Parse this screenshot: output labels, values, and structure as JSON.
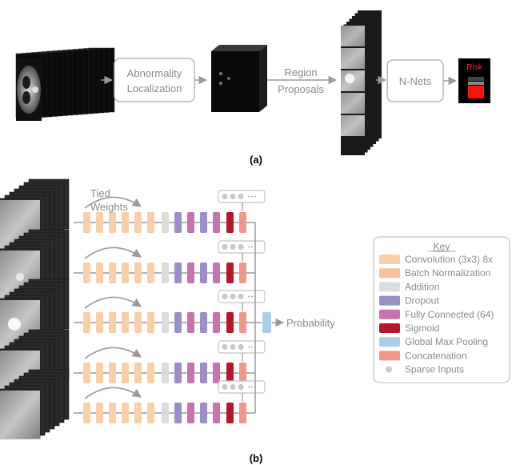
{
  "panel_a": {
    "caption": "(a)",
    "box_abnormality": [
      "Abnormality",
      "Localization"
    ],
    "edge_region": [
      "Region",
      "Proposals"
    ],
    "box_nnets": "N-Nets",
    "risk_label": "Risk",
    "colors": {
      "box_stroke": "#b9b9b9",
      "arrow": "#9a9a9a",
      "risk_red": "#ff1a1a",
      "risk_bg": "#000000"
    }
  },
  "panel_b": {
    "caption": "(b)",
    "tied_weights": [
      "Tied",
      "Weights"
    ],
    "output_label": "Probability",
    "sparse_dots": "●●● ···",
    "row_sequence": [
      "conv",
      "conv",
      "conv",
      "conv",
      "conv",
      "conv",
      "add",
      "dropout",
      "fc",
      "dropout",
      "fc",
      "sigmoid",
      "concat"
    ],
    "colors": {
      "conv": "#f8cfa6",
      "bn": "#f6c19a",
      "add": "#dcdcdc",
      "dropout": "#9a8fc6",
      "fc": "#c873b0",
      "sigmoid": "#b5172b",
      "gmp": "#a9cfe6",
      "concat": "#f1968a",
      "sparse": "#c9c9c9",
      "line": "#9a9a9a"
    }
  },
  "key": {
    "title": "Key",
    "items": [
      {
        "label": "Convolution (3x3) 8x",
        "color_key": "conv"
      },
      {
        "label": "Batch Normalization",
        "color_key": "bn"
      },
      {
        "label": "Addition",
        "color_key": "add"
      },
      {
        "label": "Dropout",
        "color_key": "dropout"
      },
      {
        "label": "Fully Connected (64)",
        "color_key": "fc"
      },
      {
        "label": "Sigmoid",
        "color_key": "sigmoid"
      },
      {
        "label": "Global Max Pooling",
        "color_key": "gmp"
      },
      {
        "label": "Concatenation",
        "color_key": "concat"
      },
      {
        "label": "Sparse Inputs",
        "color_key": "sparse",
        "dot": true
      }
    ]
  }
}
